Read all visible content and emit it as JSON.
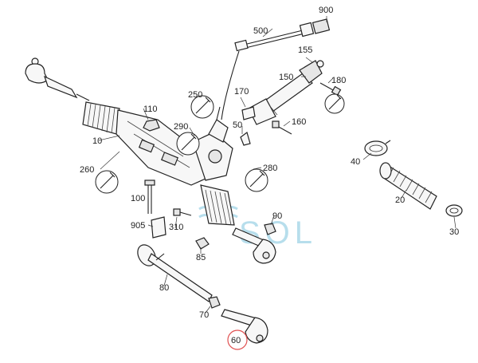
{
  "diagram": {
    "labels": {
      "p900": "900",
      "p500": "500",
      "p155": "155",
      "p150": "150",
      "p180": "180",
      "p250": "250",
      "p170": "170",
      "p110": "110",
      "p160": "160",
      "p50": "50",
      "p290": "290",
      "p10": "10",
      "p280": "280",
      "p40": "40",
      "p260": "260",
      "p100": "100",
      "p20": "20",
      "p905": "905",
      "p310": "310",
      "p90": "90",
      "p30": "30",
      "p85": "85",
      "p80": "80",
      "p70": "70",
      "p60": "60"
    },
    "watermark": "SOL",
    "colors": {
      "line": "#222222",
      "watermark": "#9fd3e6",
      "highlight_circle": "#e05050"
    },
    "icons": {
      "wrench": "wrench-icon"
    }
  }
}
